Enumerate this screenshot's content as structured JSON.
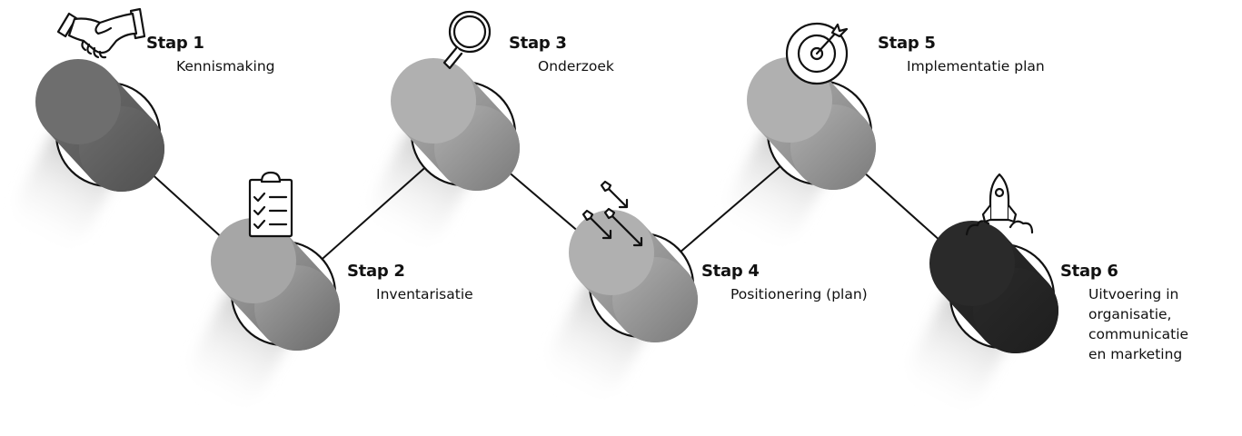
{
  "process": {
    "steps": [
      {
        "title": "Stap 1",
        "description": "Kennismaking",
        "icon": "handshake-icon",
        "fill": "#6e6e6e",
        "fill_dark": "#505050"
      },
      {
        "title": "Stap 2",
        "description": "Inventarisatie",
        "icon": "clipboard-checklist-icon",
        "fill": "#a6a6a6",
        "fill_dark": "#6a6a6a"
      },
      {
        "title": "Stap 3",
        "description": "Onderzoek",
        "icon": "magnifier-icon",
        "fill": "#b0b0b0",
        "fill_dark": "#7a7a7a"
      },
      {
        "title": "Stap 4",
        "description": "Positionering (plan)",
        "icon": "arrows-icon",
        "fill": "#b0b0b0",
        "fill_dark": "#7a7a7a"
      },
      {
        "title": "Stap 5",
        "description": "Implementatie plan",
        "icon": "target-icon",
        "fill": "#b0b0b0",
        "fill_dark": "#7a7a7a"
      },
      {
        "title": "Stap 6",
        "description": "Uitvoering in organisatie, communicatie en marketing",
        "description_lines": [
          "Uitvoering in",
          "organisatie,",
          "communicatie",
          "en marketing"
        ],
        "icon": "rocket-icon",
        "fill": "#2a2a2a",
        "fill_dark": "#1e1e1e"
      }
    ]
  }
}
